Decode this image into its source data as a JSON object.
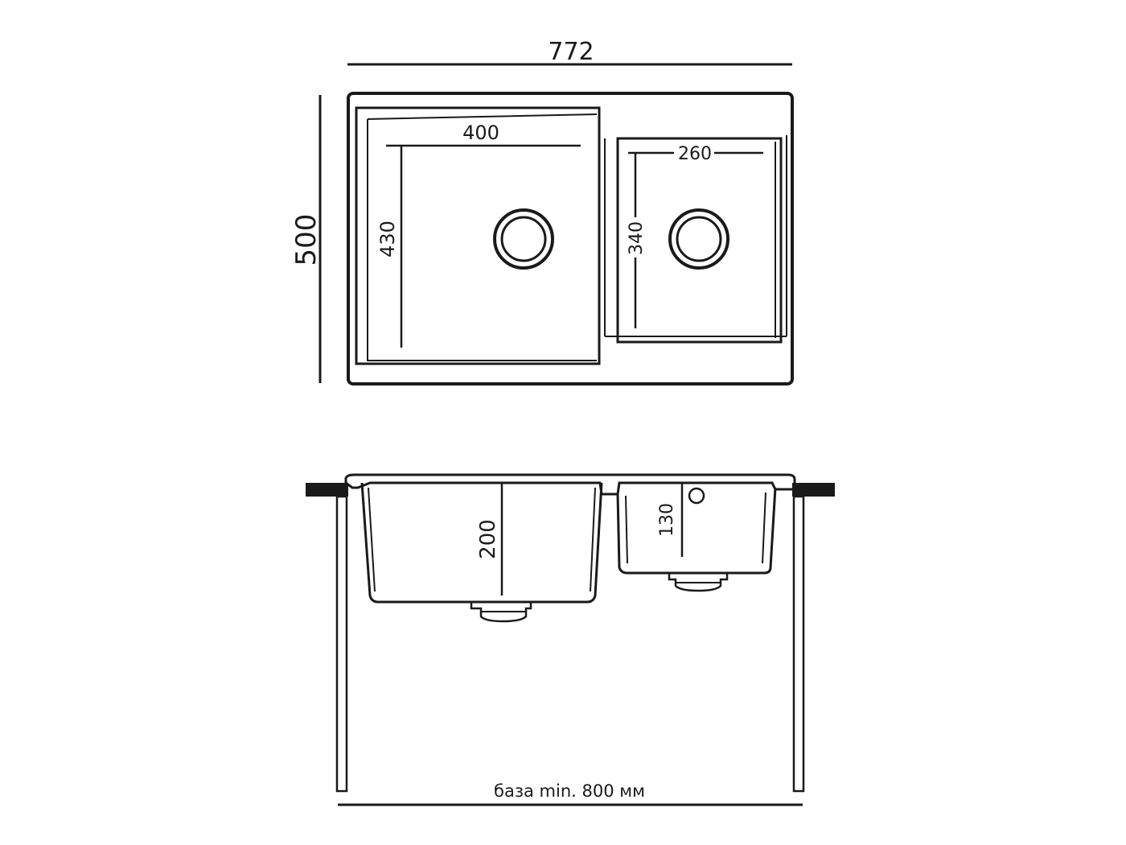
{
  "top_view": {
    "overall_width": "772",
    "overall_depth": "500",
    "main_bowl_width": "400",
    "main_bowl_depth": "430",
    "small_bowl_width": "260",
    "small_bowl_depth": "340"
  },
  "side_view": {
    "main_bowl_height": "200",
    "small_bowl_height": "130",
    "base_note": "база min. 800 мм"
  },
  "colors": {
    "line": "#1a1a1a",
    "background": "#ffffff"
  }
}
